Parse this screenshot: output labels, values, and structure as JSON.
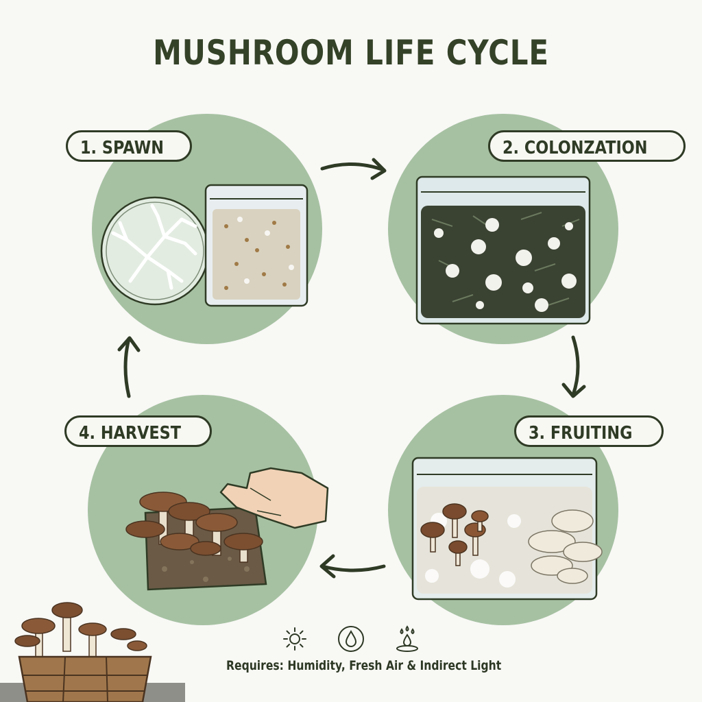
{
  "title": "MUSHROOM LIFE CYCLE",
  "stages": [
    {
      "label": "1. SPAWN"
    },
    {
      "label": "2. COLONZATION"
    },
    {
      "label": "3. FRUITING"
    },
    {
      "label": "4. HARVEST"
    }
  ],
  "requirements": {
    "text": "Requires: Humidity, Fresh Air & Indirect Light",
    "icons": [
      "sun-icon",
      "water-drop-icon",
      "mist-humidity-icon"
    ]
  },
  "colors": {
    "circle": "#a6c1a2",
    "ink": "#2f3b25",
    "background": "#f8f8f5"
  }
}
